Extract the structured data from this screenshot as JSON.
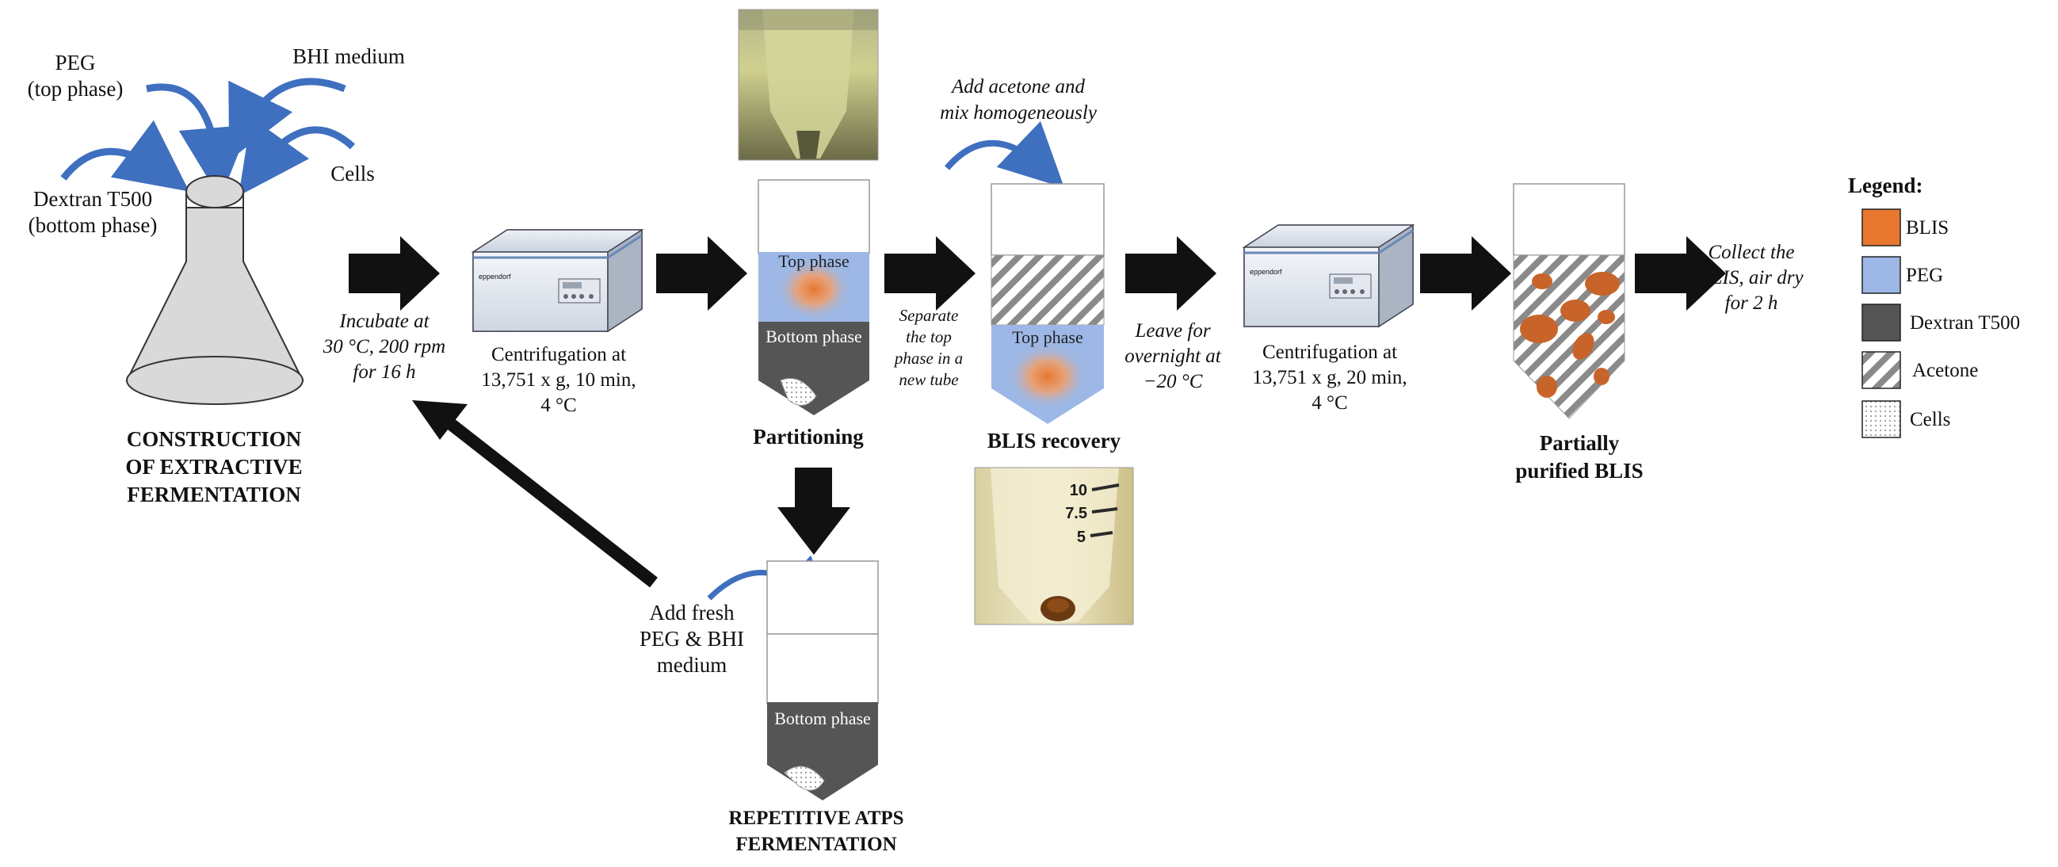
{
  "labels": {
    "peg_input": [
      "PEG",
      "(top phase)"
    ],
    "bhi_input": "BHI medium",
    "cells_input": "Cells",
    "dextran_input": [
      "Dextran T500",
      "(bottom phase)"
    ],
    "construction": [
      "CONSTRUCTION",
      "OF EXTRACTIVE",
      "FERMENTATION"
    ],
    "incubate": [
      "Incubate at",
      "30 °C, 200 rpm",
      "for 16 h"
    ],
    "centrifugation1": [
      "Centrifugation at",
      "13,751 x g,  10 min,",
      "4 °C"
    ],
    "centrifugation2": [
      "Centrifugation at",
      "13,751 x g, 20 min,",
      "4 °C"
    ],
    "centrifuge_brand": "eppendorf",
    "top_phase": "Top phase",
    "bottom_phase": "Bottom phase",
    "partitioning": "Partitioning",
    "separate": [
      "Separate",
      "the top",
      "phase in a",
      "new tube"
    ],
    "add_acetone": [
      "Add acetone and",
      "mix homogeneously"
    ],
    "blis_recovery": "BLIS recovery",
    "leave_overnight": [
      "Leave for",
      "overnight at",
      "−20 °C"
    ],
    "partially_purified": [
      "Partially",
      "purified  BLIS"
    ],
    "collect": [
      "Collect the",
      "BLIS, air dry",
      "for 2 h"
    ],
    "add_fresh": [
      "Add fresh",
      "PEG & BHI",
      "medium"
    ],
    "repetitive": [
      "REPETITIVE ATPS",
      "FERMENTATION"
    ],
    "photo_scale": [
      "10",
      "7.5",
      "5"
    ]
  },
  "legend": {
    "title": "Legend:",
    "items": [
      {
        "label": "BLIS",
        "color": "#e8782f",
        "pattern": "solid"
      },
      {
        "label": "PEG",
        "color": "#9db8e6",
        "pattern": "solid"
      },
      {
        "label": "Dextran T500",
        "color": "#555555",
        "pattern": "solid"
      },
      {
        "label": "Acetone",
        "color": "#ffffff",
        "pattern": "hatch"
      },
      {
        "label": "Cells",
        "color": "#ffffff",
        "pattern": "dots"
      }
    ]
  },
  "colors": {
    "blis": "#e8782f",
    "peg": "#9db8e6",
    "dextran": "#555555",
    "curved_arrow": "#3f6fbf",
    "process_arrow": "#111111"
  }
}
